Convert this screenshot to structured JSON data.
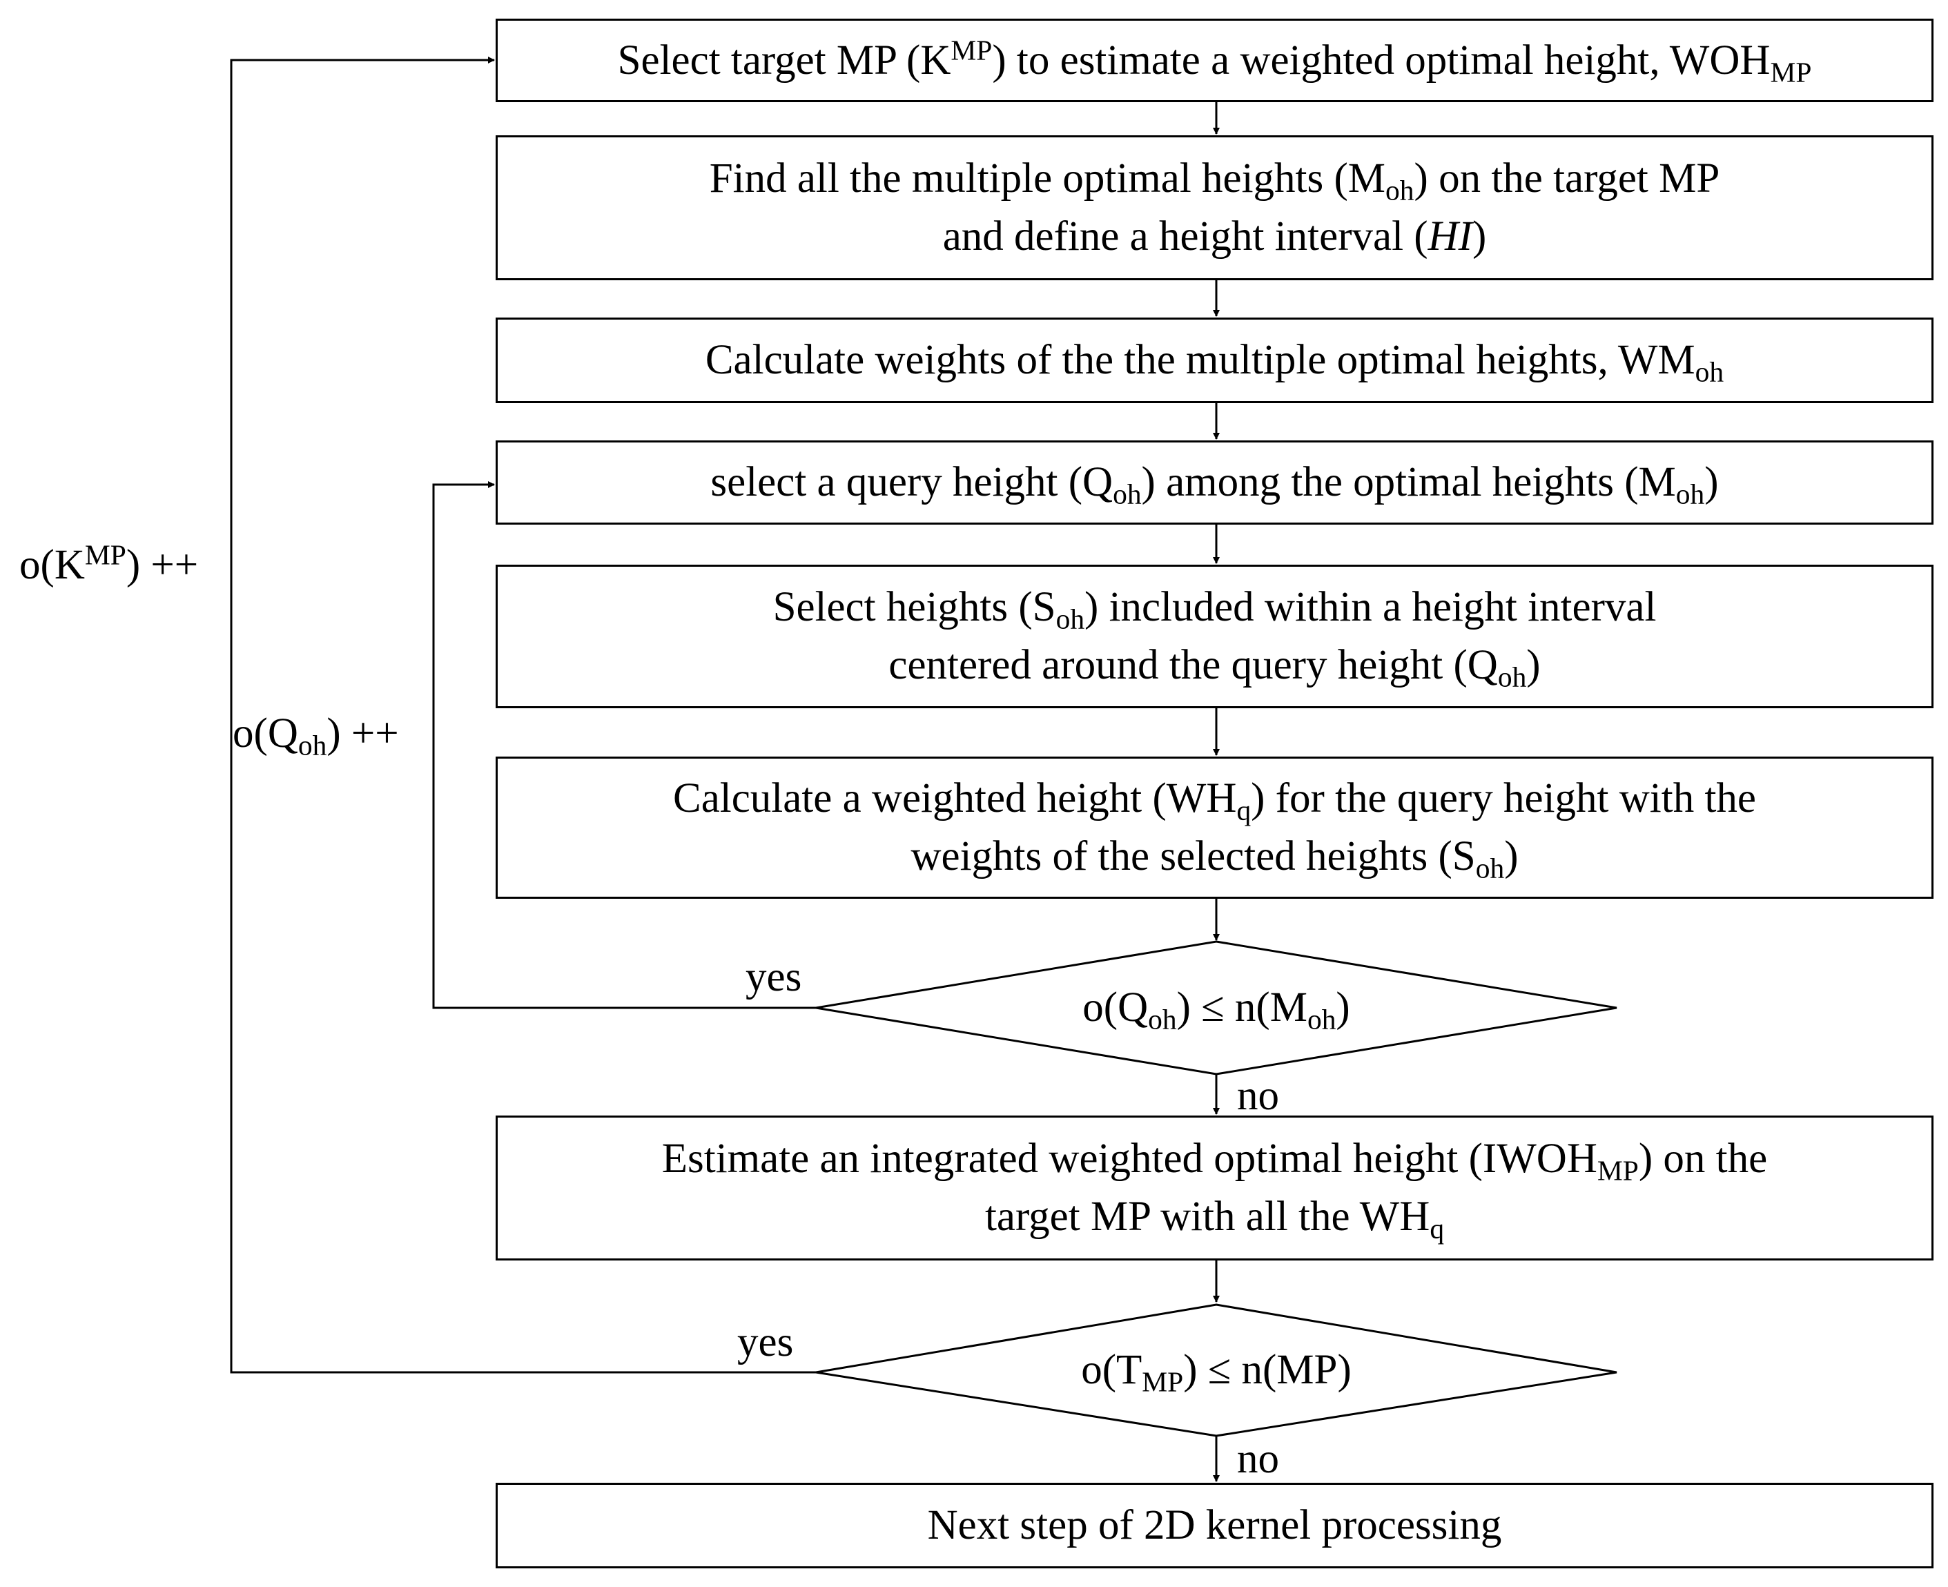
{
  "steps": {
    "s1": {
      "line1": [
        {
          "t": "Select target MP (K"
        },
        {
          "t": "MP",
          "s": "sup"
        },
        {
          "t": ") to estimate a weighted optimal height, WOH"
        },
        {
          "t": "MP",
          "s": "sub"
        }
      ]
    },
    "s2": {
      "line1": [
        {
          "t": "Find all the multiple optimal heights (M"
        },
        {
          "t": "oh",
          "s": "sub"
        },
        {
          "t": ") on the target MP"
        }
      ],
      "line2": [
        {
          "t": "and define a height interval ("
        },
        {
          "t": "HI",
          "s": "i"
        },
        {
          "t": ")"
        }
      ]
    },
    "s3": {
      "line1": [
        {
          "t": "Calculate weights of the the multiple optimal heights, WM"
        },
        {
          "t": "oh",
          "s": "sub"
        }
      ]
    },
    "s4": {
      "line1": [
        {
          "t": "select a query height (Q"
        },
        {
          "t": "oh",
          "s": "sub"
        },
        {
          "t": ") among the optimal heights (M"
        },
        {
          "t": "oh",
          "s": "sub"
        },
        {
          "t": ")"
        }
      ]
    },
    "s5": {
      "line1": [
        {
          "t": "Select heights (S"
        },
        {
          "t": "oh",
          "s": "sub"
        },
        {
          "t": ") included within a height interval"
        }
      ],
      "line2": [
        {
          "t": "centered around the query height (Q"
        },
        {
          "t": "oh",
          "s": "sub"
        },
        {
          "t": ")"
        }
      ]
    },
    "s6": {
      "line1": [
        {
          "t": "Calculate a weighted height (WH"
        },
        {
          "t": "q",
          "s": "sub"
        },
        {
          "t": ") for the query height with the"
        }
      ],
      "line2": [
        {
          "t": "weights of the selected heights (S"
        },
        {
          "t": "oh",
          "s": "sub"
        },
        {
          "t": ")"
        }
      ]
    },
    "s7": {
      "line1": [
        {
          "t": "Estimate an integrated weighted optimal height (IWOH"
        },
        {
          "t": "MP",
          "s": "sub"
        },
        {
          "t": ") on the"
        }
      ],
      "line2": [
        {
          "t": "target MP with all the WH"
        },
        {
          "t": "q",
          "s": "sub"
        }
      ]
    },
    "s8": {
      "line1": [
        {
          "t": "Next step of 2D kernel processing"
        }
      ]
    }
  },
  "decisions": {
    "d1": {
      "line1": [
        {
          "t": "o(Q"
        },
        {
          "t": "oh",
          "s": "sub"
        },
        {
          "t": ") ≤ n(M"
        },
        {
          "t": "oh",
          "s": "sub"
        },
        {
          "t": ")"
        }
      ]
    },
    "d2": {
      "line1": [
        {
          "t": "o(T"
        },
        {
          "t": "MP",
          "s": "sub"
        },
        {
          "t": ") ≤ n(MP)"
        }
      ]
    }
  },
  "labels": {
    "yes1": [
      {
        "t": "yes"
      }
    ],
    "no1": [
      {
        "t": "no"
      }
    ],
    "yes2": [
      {
        "t": "yes"
      }
    ],
    "no2": [
      {
        "t": "no"
      }
    ],
    "loop_outer": [
      {
        "t": "o(K"
      },
      {
        "t": "MP",
        "s": "sup"
      },
      {
        "t": ") ++"
      }
    ],
    "loop_inner": [
      {
        "t": "o(Q"
      },
      {
        "t": "oh",
        "s": "sub"
      },
      {
        "t": ") ++"
      }
    ]
  }
}
